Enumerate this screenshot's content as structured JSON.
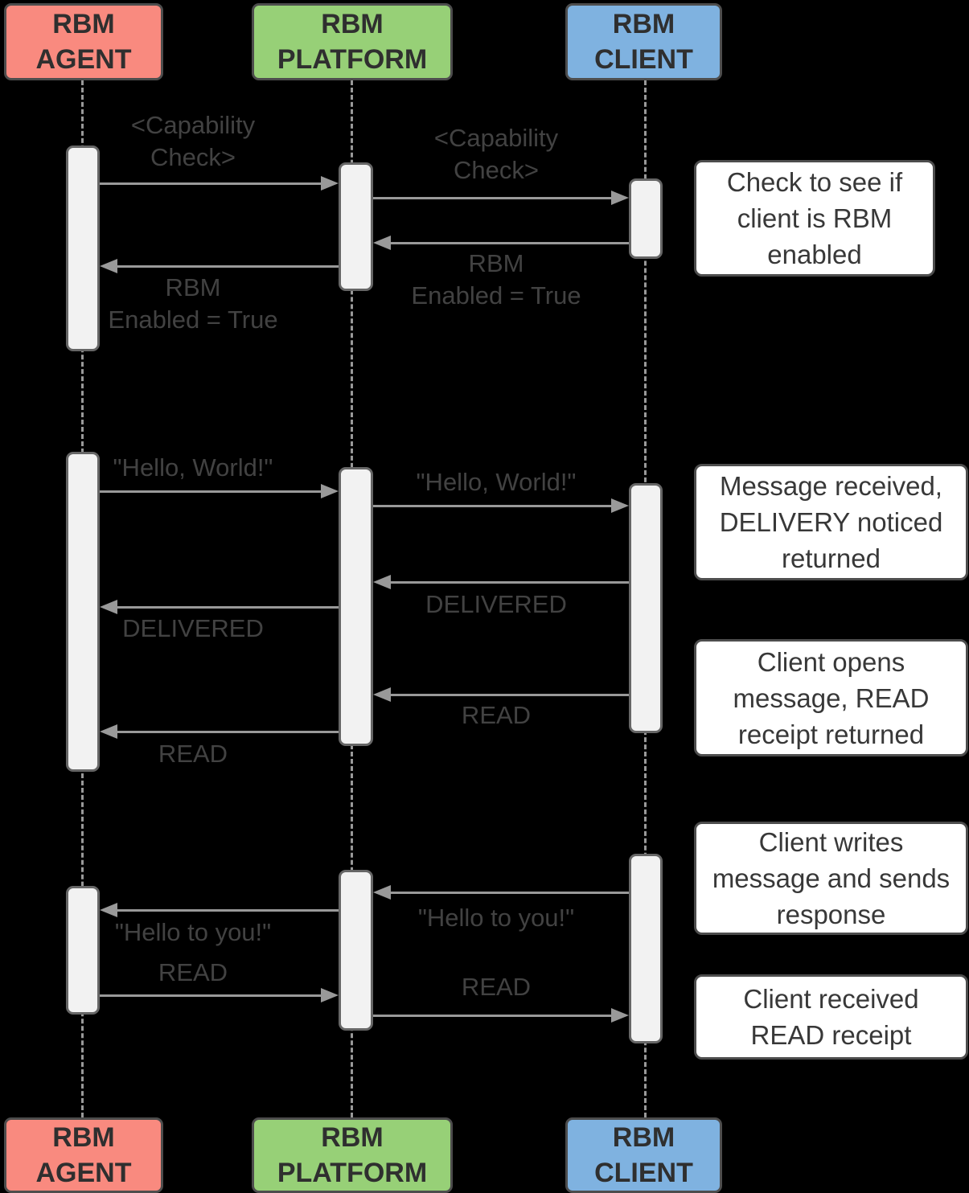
{
  "diagram_type": "sequence-diagram",
  "colors": {
    "background": "#000000",
    "agent_fill": "#F98A7F",
    "platform_fill": "#97D077",
    "client_fill": "#7FB2E0",
    "activation_fill": "#F2F2F2",
    "line_gray": "#999999",
    "note_fill": "#FFFFFF"
  },
  "actors": [
    {
      "id": "agent",
      "label": "RBM\nAGENT"
    },
    {
      "id": "platform",
      "label": "RBM\nPLATFORM"
    },
    {
      "id": "client",
      "label": "RBM\nCLIENT"
    }
  ],
  "messages": [
    {
      "from": "RBM AGENT",
      "to": "RBM PLATFORM",
      "label": "<Capability\nCheck>"
    },
    {
      "from": "RBM PLATFORM",
      "to": "RBM CLIENT",
      "label": "<Capability\nCheck>"
    },
    {
      "from": "RBM CLIENT",
      "to": "RBM PLATFORM",
      "label": "RBM\nEnabled = True"
    },
    {
      "from": "RBM PLATFORM",
      "to": "RBM AGENT",
      "label": "RBM\nEnabled = True"
    },
    {
      "from": "RBM AGENT",
      "to": "RBM PLATFORM",
      "label": "\"Hello, World!\""
    },
    {
      "from": "RBM PLATFORM",
      "to": "RBM CLIENT",
      "label": "\"Hello, World!\""
    },
    {
      "from": "RBM CLIENT",
      "to": "RBM PLATFORM",
      "label": "DELIVERED"
    },
    {
      "from": "RBM PLATFORM",
      "to": "RBM AGENT",
      "label": "DELIVERED"
    },
    {
      "from": "RBM CLIENT",
      "to": "RBM PLATFORM",
      "label": "READ"
    },
    {
      "from": "RBM PLATFORM",
      "to": "RBM AGENT",
      "label": "READ"
    },
    {
      "from": "RBM CLIENT",
      "to": "RBM PLATFORM",
      "label": "\"Hello to you!\""
    },
    {
      "from": "RBM PLATFORM",
      "to": "RBM AGENT",
      "label": "\"Hello to you!\""
    },
    {
      "from": "RBM AGENT",
      "to": "RBM PLATFORM",
      "label": "READ"
    },
    {
      "from": "RBM PLATFORM",
      "to": "RBM CLIENT",
      "label": "READ"
    }
  ],
  "notes": [
    {
      "text": "Check to see if\nclient is RBM\nenabled"
    },
    {
      "text": "Message received,\nDELIVERY noticed\nreturned"
    },
    {
      "text": "Client opens\nmessage, READ\nreceipt returned"
    },
    {
      "text": "Client writes\nmessage and sends\nresponse"
    },
    {
      "text": "Client received\nREAD receipt"
    }
  ]
}
